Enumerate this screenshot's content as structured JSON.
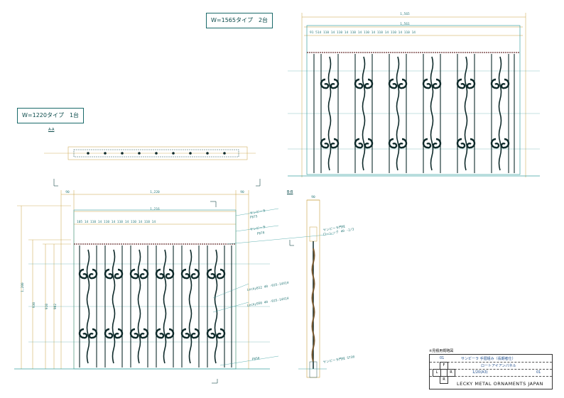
{
  "drawing": {
    "title_top": "W=1565タイプ　2台",
    "title_left": "W=1220タイプ　1台",
    "section_aa": "A-A",
    "section_bb": "B-B"
  },
  "top_view": {
    "overall_width": "1,565",
    "inner_width": "1,561",
    "pitch_labels": "91 514 110 14 110 14 110 14 110 14 110 14 110 14 110 14"
  },
  "front_view": {
    "dim_left": "90",
    "dim_overall": "1,220",
    "dim_right": "90",
    "dim_inner": "1,216",
    "pitch_labels": "105 14 110 14 110 14 110 14 110 14 110 14",
    "height_total": "1,200",
    "height_a": "930",
    "height_b": "910",
    "height_c": "902",
    "leader_labels": [
      "サンビーラ",
      "FB75",
      "サンビーラ",
      "FB70",
      "ローレック 40 -2/3",
      "サンビーラ門柱",
      "Lecky812 40 -025-14X14",
      "Lecky950 40 -025-14X14",
      "FB50",
      "サンビーラ門柱 ST30"
    ]
  },
  "title_block": {
    "note": "※見積用概略図",
    "row1_num": "01",
    "row1_name": "サンビーラ 手摺組み（長期者仕）",
    "row2_name": "ロートアイアンパネル",
    "row3_scale": "1/20(A3)",
    "row3_sheet": "01",
    "company": "LECKY METAL ORNAMENTS JAPAN",
    "boxes": [
      "F",
      "L",
      "R",
      "R"
    ]
  },
  "colors": {
    "dimension": "#c8a040",
    "frame": "#3aa0a0",
    "iron": "#0e2a2a",
    "leader": "#b04060"
  }
}
